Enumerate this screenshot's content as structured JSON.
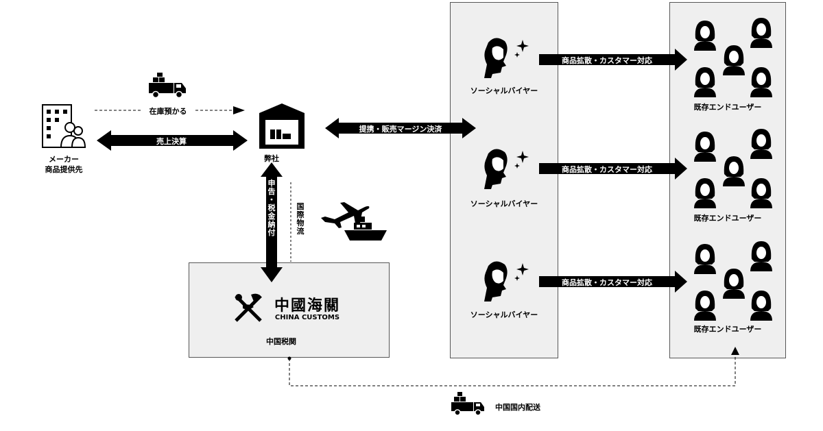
{
  "nodes": {
    "maker": {
      "line1": "メーカー",
      "line2": "商品提供先"
    },
    "company": {
      "label": "弊社"
    },
    "customs": {
      "label": "中国税関",
      "logo_text": "CHINA CUSTOMS",
      "logo_chinese": "中國海關"
    },
    "buyers": [
      {
        "label": "ソーシャルバイヤー"
      },
      {
        "label": "ソーシャルバイヤー"
      },
      {
        "label": "ソーシャルバイヤー"
      }
    ],
    "users": [
      {
        "label": "既存エンドユーザー"
      },
      {
        "label": "既存エンドユーザー"
      },
      {
        "label": "既存エンドユーザー"
      }
    ]
  },
  "edges": {
    "stock": "在庫預かる",
    "sales_settlement": "売上決算",
    "partnership": "提携・販売マージン決済",
    "spread": [
      "商品拡散・カスタマー対応",
      "商品拡散・カスタマー対応",
      "商品拡散・カスタマー対応"
    ],
    "declare_tax": "申告・税金納付",
    "intl_logistics": "国際物流",
    "domestic_delivery": "中国国内配送"
  },
  "icons": {
    "truck_top": "truck-icon",
    "building": "office-building-people-icon",
    "warehouse": "warehouse-icon",
    "plane": "airplane-icon",
    "ship": "ship-icon",
    "buyer": "headset-operator-icon",
    "user": "user-person-icon",
    "customs_emblem": "customs-emblem-icon",
    "truck_bottom": "truck-icon"
  },
  "colors": {
    "arrow": "#000000",
    "panel_bg": "#efefef",
    "panel_border": "#555555",
    "arrow_text": "#ffffff"
  }
}
